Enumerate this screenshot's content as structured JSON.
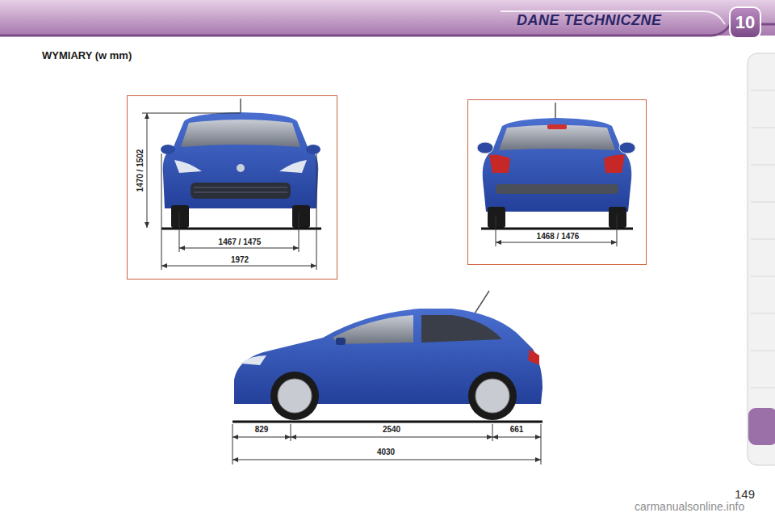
{
  "diagram": {
    "title": "DANE TECHNICZNE",
    "nodes": [
      {
        "text": [
          "10"
        ]
      },
      {
        "text": [
          "1470 / 1502",
          "1467 / 1475",
          "1972"
        ]
      },
      {
        "text": [
          "1468 / 1476"
        ]
      }
    ],
    "labels": [
      "WYMIARY (w mm)",
      "829",
      "2540",
      "661",
      "4030",
      "149",
      "carmanualsonline.info"
    ]
  }
}
